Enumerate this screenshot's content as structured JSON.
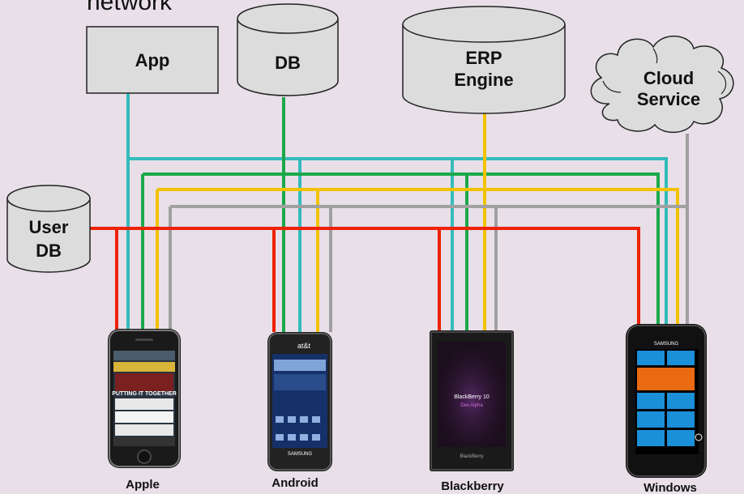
{
  "title_fragment": "network",
  "nodes": {
    "app": "App",
    "db": "DB",
    "erp_line1": "ERP",
    "erp_line2": "Engine",
    "cloud_line1": "Cloud",
    "cloud_line2": "Service",
    "user_db_line1": "User",
    "user_db_line2": "DB"
  },
  "devices": {
    "apple": "Apple",
    "android": "Android",
    "blackberry": "Blackberry",
    "windows": "Windows"
  },
  "screen_text": {
    "apple_headline": "PUTTING IT TOGETHER",
    "android_carrier": "at&t",
    "android_brand": "SAMSUNG",
    "blackberry_os": "BlackBerry 10",
    "blackberry_sub": "Dev Alpha",
    "blackberry_brand": "BlackBerry",
    "windows_brand": "SAMSUNG"
  },
  "colors": {
    "app_link": "#33bbbb",
    "db_link": "#1aa84a",
    "erp_link": "#f2c200",
    "cloud_link": "#a0a0a0",
    "user_db_link": "#ee2200"
  }
}
